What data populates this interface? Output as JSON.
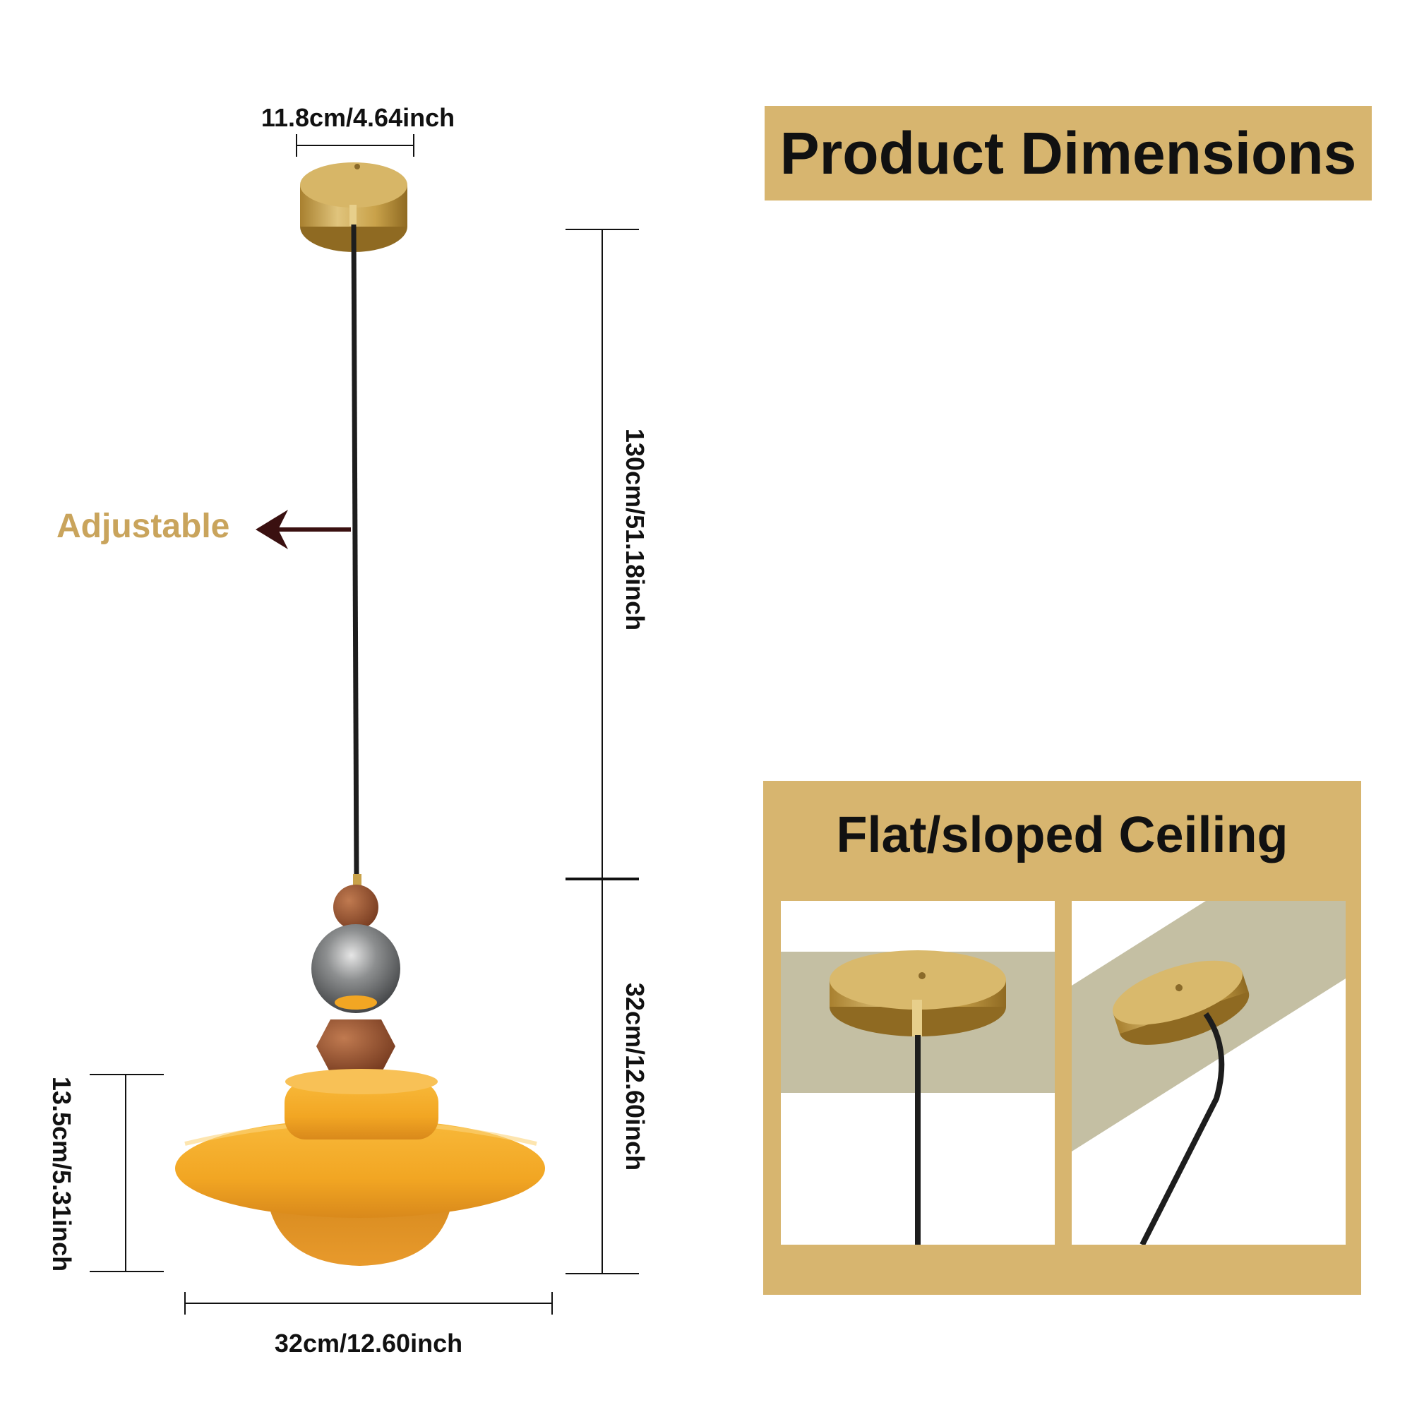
{
  "dimensions": {
    "canopy_width": "11.8cm/4.64inch",
    "cord_length": "130cm/51.18inch",
    "body_height": "32cm/12.60inch",
    "shade_height": "13.5cm/5.31inch",
    "shade_width": "32cm/12.60inch"
  },
  "callout": {
    "adjustable": "Adjustable"
  },
  "headings": {
    "product_dimensions": "Product Dimensions",
    "ceiling_type": "Flat/sloped Ceiling"
  },
  "colors": {
    "accent_gold": "#d7b56f",
    "label_gold": "#c9a45c",
    "shade_orange": "#f2a623",
    "brass": "#c9a24a",
    "wood": "#8a4a2c",
    "ceiling_gray": "#c4bfa3"
  }
}
